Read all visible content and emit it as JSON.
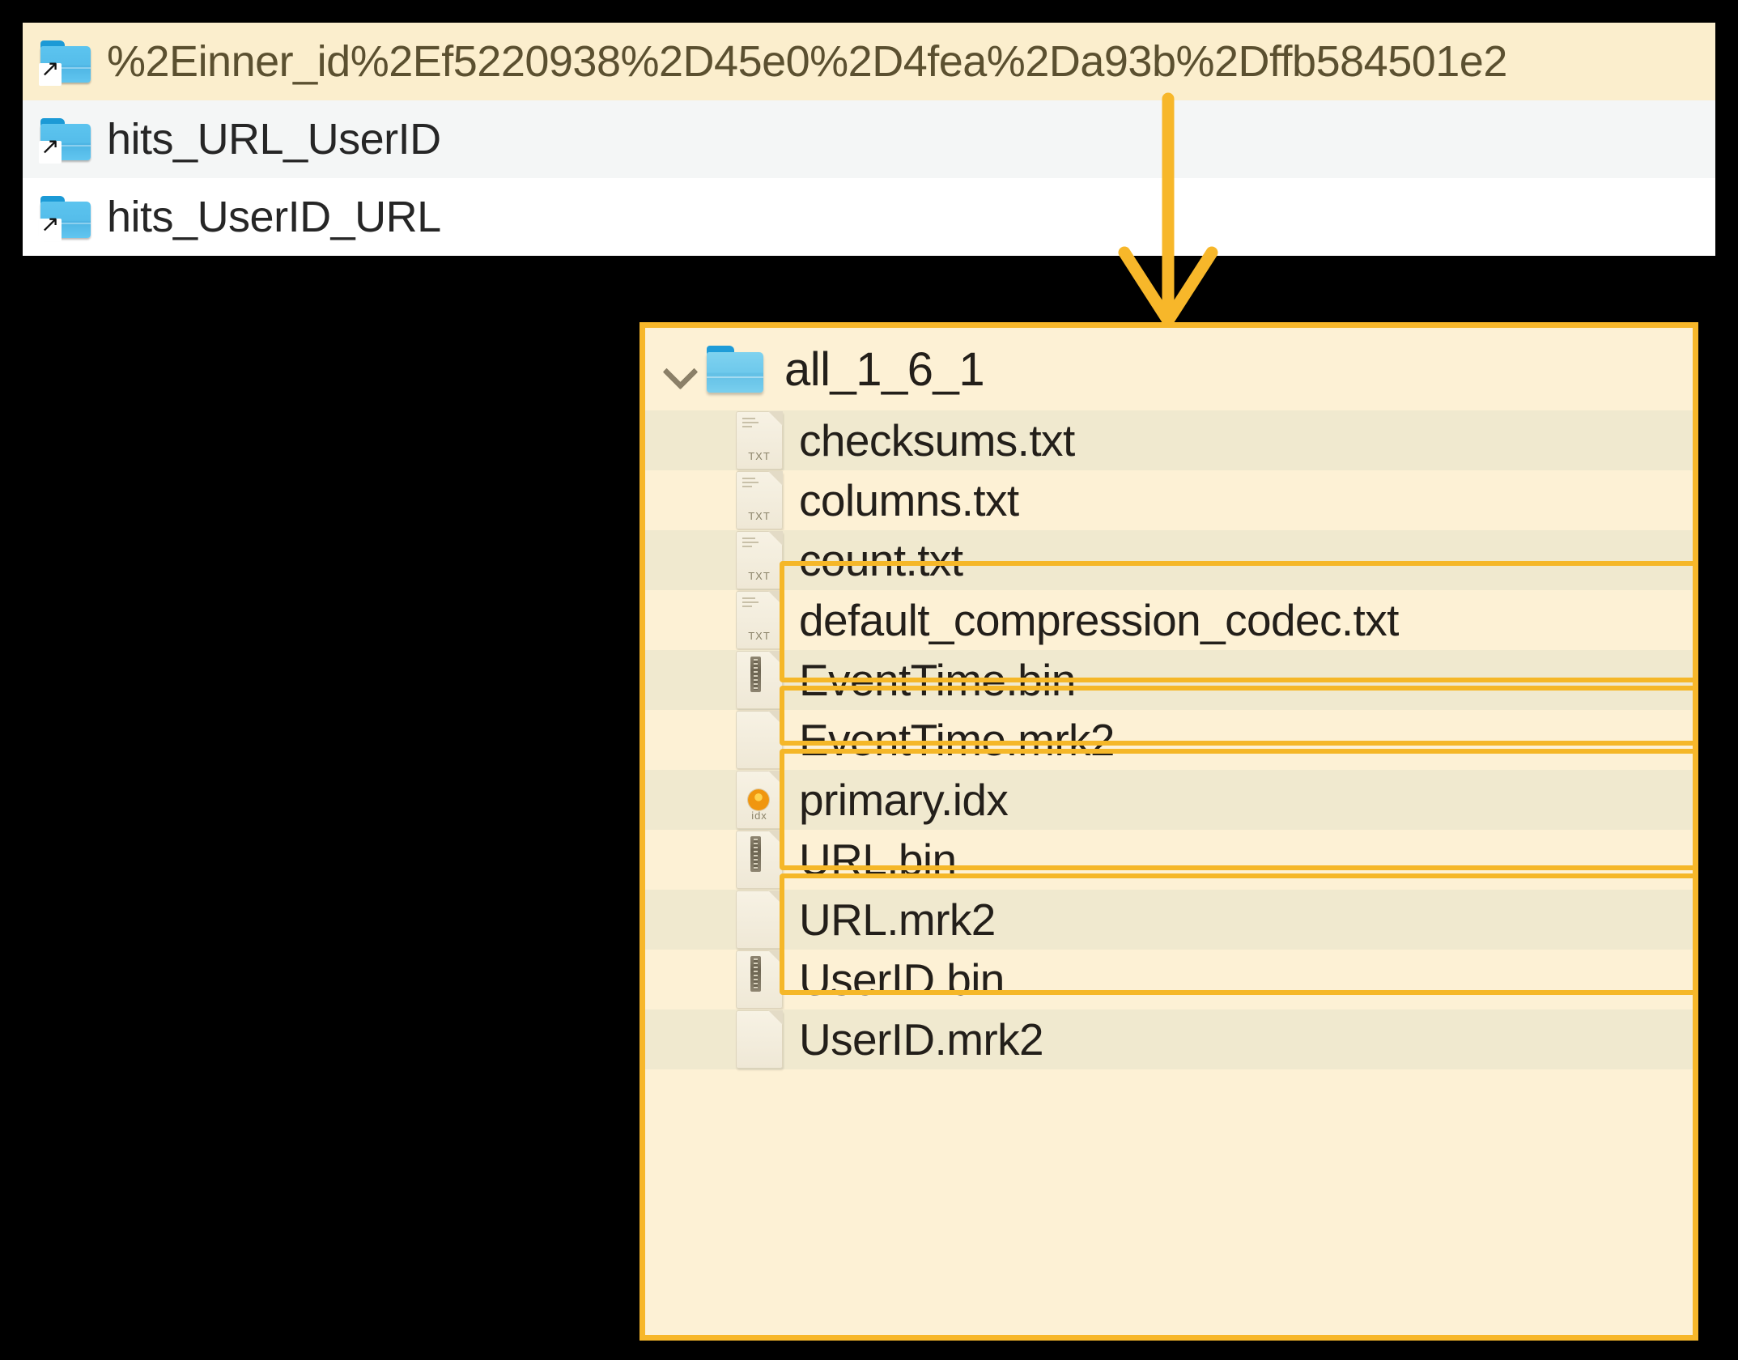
{
  "symlink_panel": {
    "rows": [
      {
        "label": "%2Einner_id%2Ef5220938%2D45e0%2D4fea%2Da93b%2Dffb584501e2",
        "icon": "folder-symlink-icon",
        "state": "highlight"
      },
      {
        "label": "hits_URL_UserID",
        "icon": "folder-symlink-icon",
        "state": "alt"
      },
      {
        "label": "hits_UserID_URL",
        "icon": "folder-symlink-icon",
        "state": "plain"
      }
    ]
  },
  "tree_panel": {
    "root": {
      "label": "all_1_6_1",
      "icon": "folder-icon",
      "chevron": "chevron-down-icon",
      "expanded": true
    },
    "files": [
      {
        "name": "checksums.txt",
        "icon": "txt-file-icon",
        "ext": "TXT",
        "stripe": true,
        "highlighted": false
      },
      {
        "name": "columns.txt",
        "icon": "txt-file-icon",
        "ext": "TXT",
        "stripe": false,
        "highlighted": false
      },
      {
        "name": "count.txt",
        "icon": "txt-file-icon",
        "ext": "TXT",
        "stripe": true,
        "highlighted": false
      },
      {
        "name": "default_compression_codec.txt",
        "icon": "txt-file-icon",
        "ext": "TXT",
        "stripe": false,
        "highlighted": false
      },
      {
        "name": "EventTime.bin",
        "icon": "binary-file-icon",
        "ext": "",
        "stripe": true,
        "highlighted": true
      },
      {
        "name": "EventTime.mrk2",
        "icon": "blank-file-icon",
        "ext": "",
        "stripe": false,
        "highlighted": true
      },
      {
        "name": "primary.idx",
        "icon": "idx-file-icon",
        "ext": "idx",
        "stripe": true,
        "highlighted": true
      },
      {
        "name": "URL.bin",
        "icon": "binary-file-icon",
        "ext": "",
        "stripe": false,
        "highlighted": true
      },
      {
        "name": "URL.mrk2",
        "icon": "blank-file-icon",
        "ext": "",
        "stripe": true,
        "highlighted": true
      },
      {
        "name": "UserID.bin",
        "icon": "binary-file-icon",
        "ext": "",
        "stripe": false,
        "highlighted": true
      },
      {
        "name": "UserID.mrk2",
        "icon": "blank-file-icon",
        "ext": "",
        "stripe": true,
        "highlighted": true
      }
    ],
    "highlight_groups": [
      [
        "EventTime.bin",
        "EventTime.mrk2"
      ],
      [
        "primary.idx"
      ],
      [
        "URL.bin",
        "URL.mrk2"
      ],
      [
        "UserID.bin",
        "UserID.mrk2"
      ]
    ]
  },
  "annotation": {
    "arrow": "down-arrow-connector",
    "accent_color": "#F7B72A",
    "highlight_border_color": "#F5B728",
    "panel_background": "#FDF1D5",
    "stripe_color": "#F0E9CF",
    "symlink_highlight_color": "#FBEECD"
  }
}
